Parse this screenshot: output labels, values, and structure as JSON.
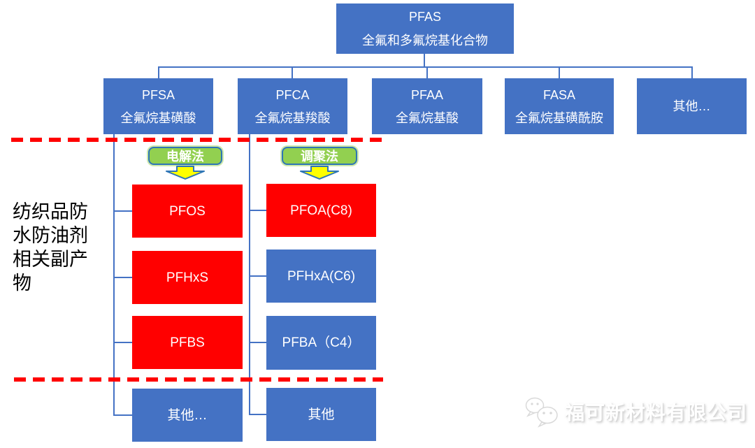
{
  "diagram": {
    "root": {
      "abbr": "PFAS",
      "name": "全氟和多氟烷基化合物"
    },
    "level2": [
      {
        "abbr": "PFSA",
        "name": "全氟烷基磺酸"
      },
      {
        "abbr": "PFCA",
        "name": "全氟烷基羧酸"
      },
      {
        "abbr": "PFAA",
        "name": "全氟烷基酸"
      },
      {
        "abbr": "FASA",
        "name": "全氟烷基磺酰胺"
      },
      {
        "abbr": "其他…",
        "name": ""
      }
    ],
    "methods": [
      {
        "label": "电解法"
      },
      {
        "label": "调聚法"
      }
    ],
    "annotation": "纺织品防水防油剂相关副产物",
    "pfsa_children": [
      {
        "label": "PFOS",
        "highlight": true
      },
      {
        "label": "PFHxS",
        "highlight": true
      },
      {
        "label": "PFBS",
        "highlight": true
      },
      {
        "label": "其他…",
        "highlight": false
      }
    ],
    "pfca_children": [
      {
        "label": "PFOA(C8)",
        "highlight": true
      },
      {
        "label": "PFHxA(C6)",
        "highlight": false
      },
      {
        "label": "PFBA（C4）",
        "highlight": false
      },
      {
        "label": "其他",
        "highlight": false
      }
    ],
    "watermark": {
      "icon": "wechat-icon",
      "text": "福可新材料有限公司"
    },
    "colors": {
      "node_blue": "#4472C4",
      "highlight_red": "#FF0000",
      "method_green": "#92D050",
      "method_border_blue": "#2E75B6",
      "arrow_yellow": "#FFFF00",
      "divider_red": "#FF0000",
      "connector_blue": "#4472C4",
      "annotation_black": "#000000"
    }
  }
}
